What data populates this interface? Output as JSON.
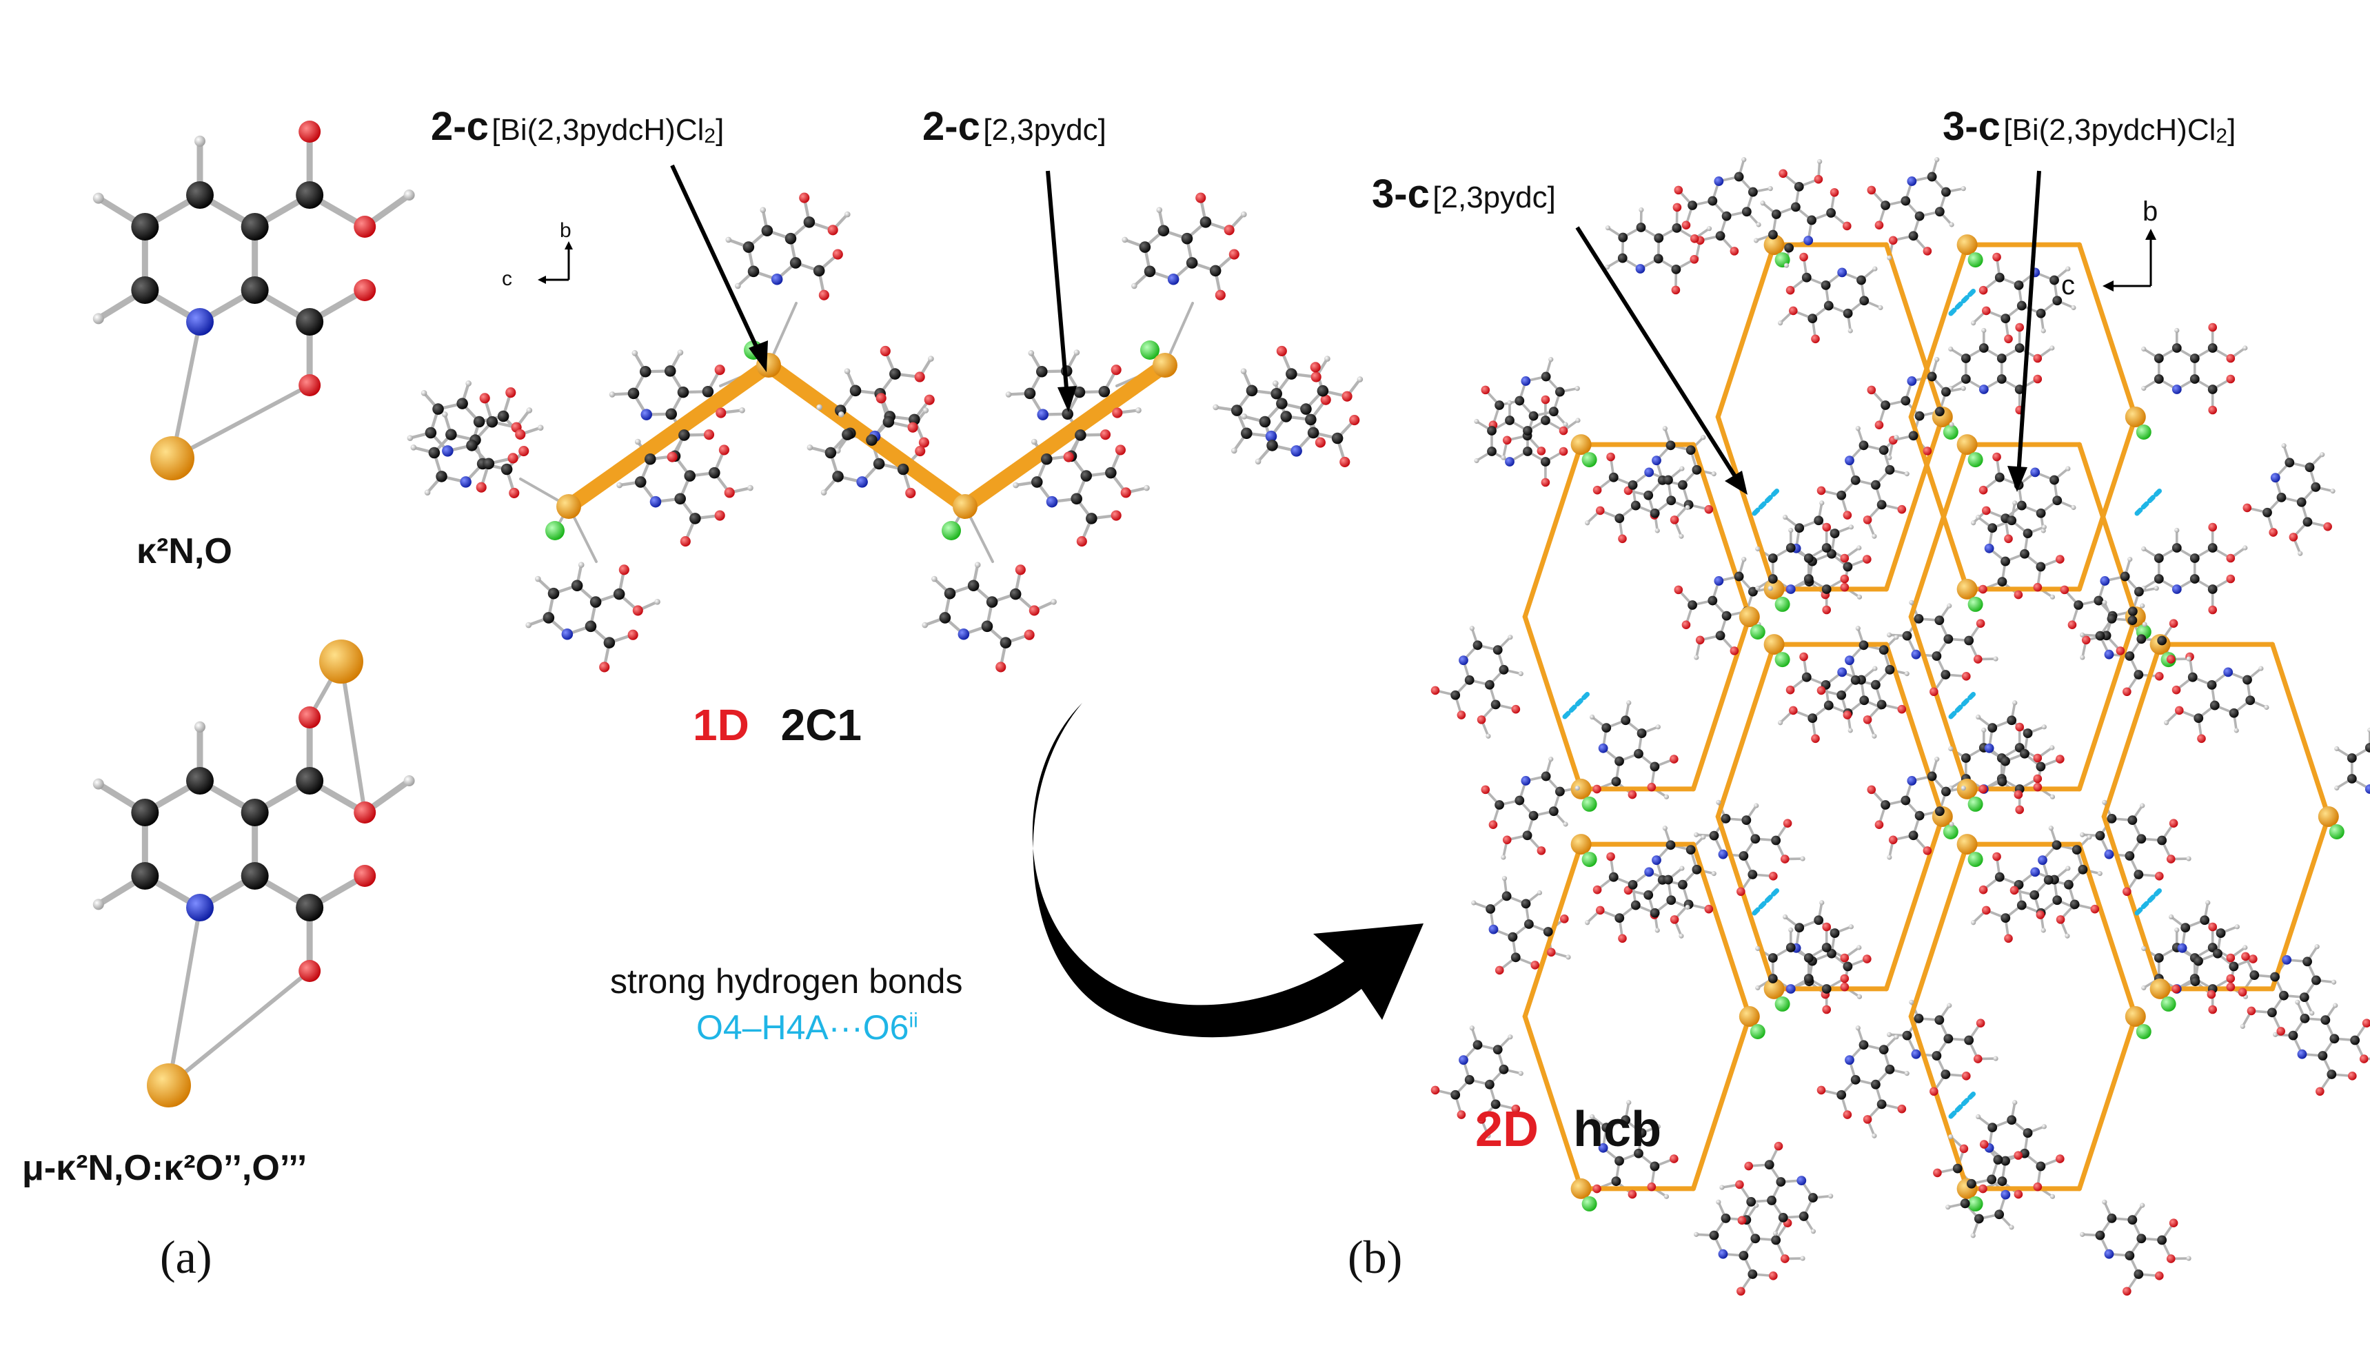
{
  "panels": {
    "a": "(a)",
    "b": "(b)"
  },
  "left_structures": {
    "top_label": "κ²N,O",
    "bottom_label": "μ-κ²N,O:κ²O’’,O’’’"
  },
  "chain": {
    "label_2c_bi_head": "2-c",
    "label_2c_bi_body": "[Bi(2,3pydcH)Cl",
    "label_2c_bi_sub": "2",
    "label_2c_bi_tail": "]",
    "label_2c_pydc_head": "2-c",
    "label_2c_pydc_body": "[2,3pydc]",
    "dim": "1D",
    "topology": "2C1",
    "axis_b": "b",
    "axis_c": "c"
  },
  "transition": {
    "line1": "strong hydrogen bonds",
    "line2": "O4–H4A···O6",
    "line2_sup": "ii"
  },
  "layer": {
    "label_3c_pydc_head": "3-c",
    "label_3c_pydc_body": "[2,3pydc]",
    "label_3c_bi_head": "3-c",
    "label_3c_bi_body": "[Bi(2,3pydcH)Cl",
    "label_3c_bi_sub": "2",
    "label_3c_bi_tail": "]",
    "dim": "2D",
    "topology": "hcb",
    "axis_b": "b",
    "axis_c": "c"
  },
  "colors": {
    "carbon": "#0a0a0a",
    "oxygen": "#e8141c",
    "nitrogen": "#1431c8",
    "bismuth": "#f29a10",
    "chlorine": "#2ad12a",
    "hydrogen": "#c8c8c8",
    "link": "#f0a020",
    "hbond": "#1fb5e6",
    "label_red": "#e31e24"
  }
}
